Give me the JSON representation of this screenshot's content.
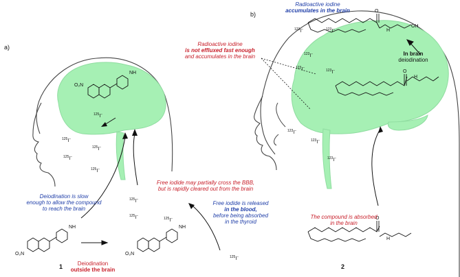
{
  "panel_labels": {
    "a": "a)",
    "b": "b)"
  },
  "panel_b": {
    "top_note": {
      "line1": "Radioactive iodine",
      "line2": "accumulates in the brain"
    },
    "efflux_note": {
      "line1": "Radioactive iodine",
      "line2": "is not effluxed fast enough",
      "line3": "and accumulates in the brain"
    },
    "deiodination_note": {
      "line1": "In brain",
      "line2": "deiodination"
    },
    "absorbed_note": {
      "line1": "The compound is absorbed",
      "line2": "in the brain"
    },
    "compound_number": "2"
  },
  "panel_a": {
    "slow_note": {
      "line1": "Deiodination is slow",
      "line2": "enough to allow the compound",
      "line3": "to reach the brain"
    },
    "outside_note": {
      "line1": "Deiodination",
      "line2": "outside the brain"
    },
    "compound_number": "1"
  },
  "middle": {
    "bbb_note": {
      "line1": "Free iodide may partially cross the BBB,",
      "line2": "but is rapidly cleared out from the brain"
    },
    "blood_note": {
      "line1": "Free iodide is released",
      "line2": "in the blood,",
      "line3": "before being absorbed",
      "line4": "in the thyroid"
    }
  },
  "iodide": {
    "mass_123": "123",
    "mass_125": "125",
    "symbol": "I",
    "charge": "−"
  },
  "atoms": {
    "NH": "NH",
    "N": "N",
    "NO2": "O₂N",
    "OH": "OH",
    "H": "H",
    "O": "O"
  },
  "colors": {
    "brain": "#a6f0b4",
    "outline": "#444444",
    "blue": "#1f3ea8",
    "red": "#c8202b"
  }
}
